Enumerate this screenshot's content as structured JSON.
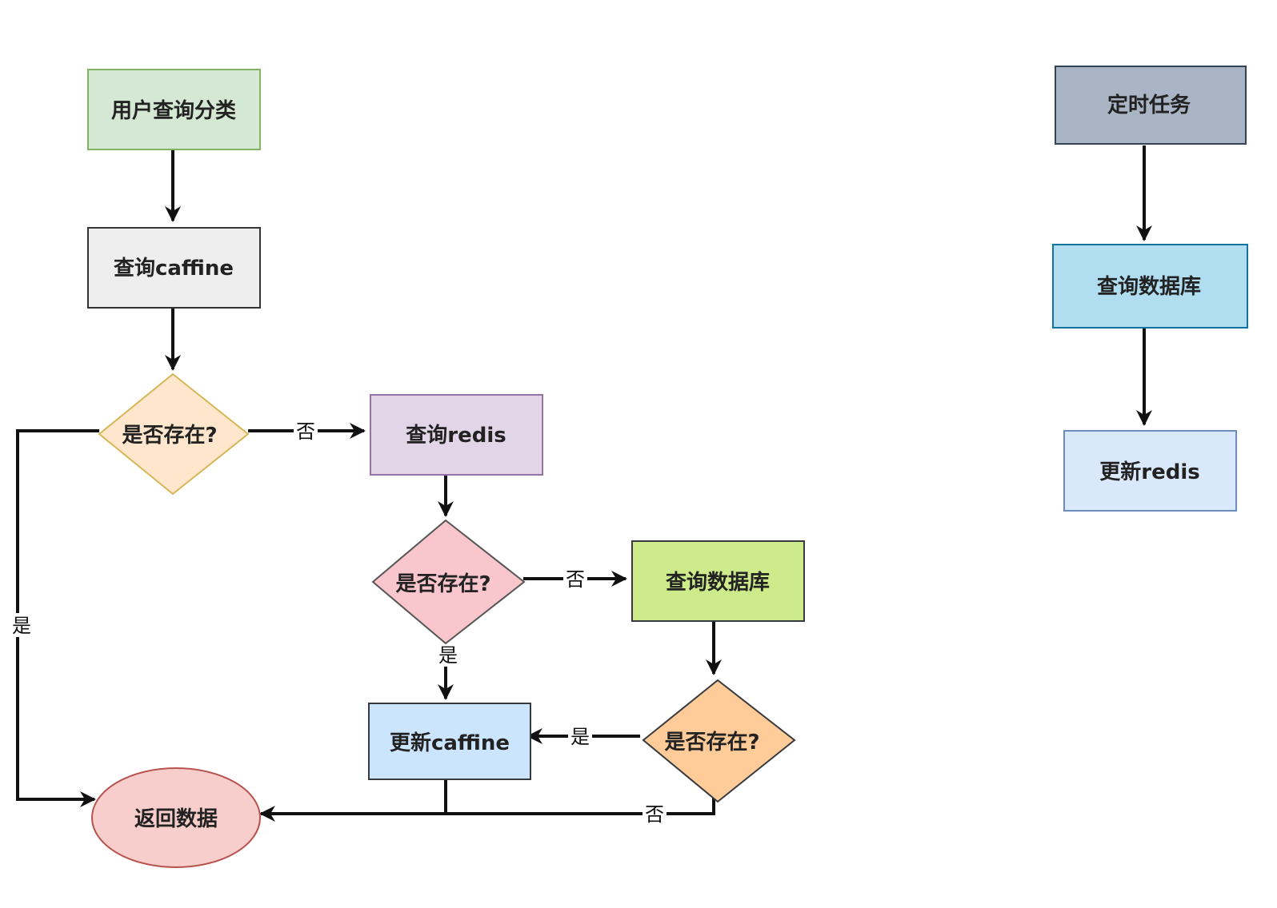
{
  "nodes": {
    "user_query": {
      "label": "用户查询分类",
      "fill": "#d5e8d4",
      "stroke": "#82b366"
    },
    "query_caffine": {
      "label": "查询caffine",
      "fill": "#eeeeee",
      "stroke": "#333333"
    },
    "exists_1": {
      "label": "是否存在?",
      "fill": "#ffe6cc",
      "stroke": "#d6b656"
    },
    "query_redis": {
      "label": "查询redis",
      "fill": "#e1d5e7",
      "stroke": "#9673a6"
    },
    "exists_2": {
      "label": "是否存在?",
      "fill": "#f8c6cc",
      "stroke": "#555555"
    },
    "query_db": {
      "label": "查询数据库",
      "fill": "#cdeb8b",
      "stroke": "#36393d"
    },
    "exists_3": {
      "label": "是否存在?",
      "fill": "#ffcc99",
      "stroke": "#36393d"
    },
    "update_caffine": {
      "label": "更新caffine",
      "fill": "#cce5ff",
      "stroke": "#36393d"
    },
    "return_data": {
      "label": "返回数据",
      "fill": "#f8cecc",
      "stroke": "#b85450"
    },
    "scheduled_task": {
      "label": "定时任务",
      "fill": "#a9b5c4",
      "stroke": "#314354"
    },
    "query_db_2": {
      "label": "查询数据库",
      "fill": "#b1ddf0",
      "stroke": "#10739e"
    },
    "update_redis": {
      "label": "更新redis",
      "fill": "#dae8fc",
      "stroke": "#6c8ebf"
    }
  },
  "edge_labels": {
    "exists1_no": "否",
    "exists1_yes": "是",
    "exists2_no": "否",
    "exists2_yes": "是",
    "exists3_yes": "是",
    "exists3_no": "否"
  }
}
